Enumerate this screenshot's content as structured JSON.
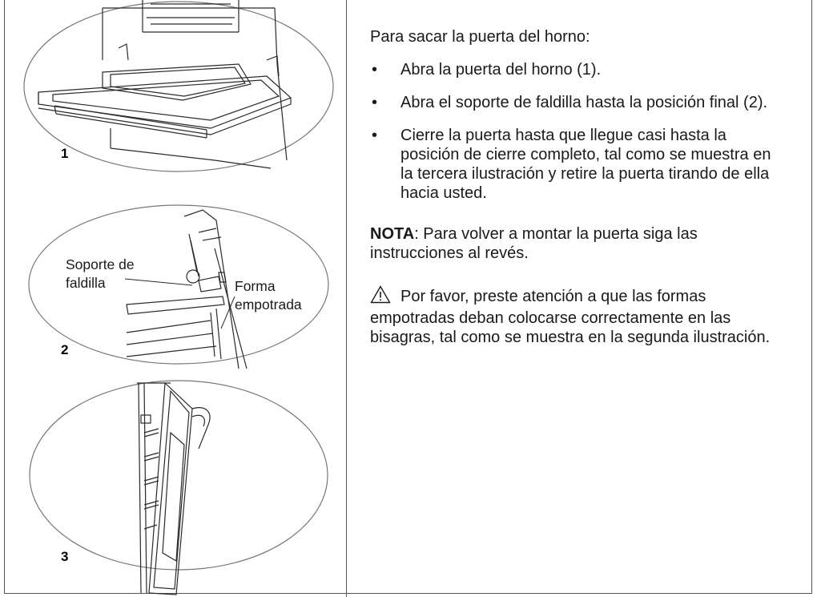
{
  "figures": [
    {
      "number": "1"
    },
    {
      "number": "2",
      "label_support_line1": "Soporte de",
      "label_support_line2": "faldilla",
      "label_recess_line1": "Forma",
      "label_recess_line2": "empotrada"
    },
    {
      "number": "3"
    }
  ],
  "instructions": {
    "intro": "Para sacar la puerta del horno:",
    "bullet": "•",
    "steps": [
      "Abra la puerta del horno (1).",
      "Abra el soporte de faldilla hasta la posición final (2).",
      "Cierre la puerta hasta que llegue casi hasta la posición de cierre completo, tal como se muestra en la tercera ilustración y retire la puerta tirando de ella hacia usted."
    ],
    "note_label": "NOTA",
    "note_text": ": Para volver a montar la puerta siga las instrucciones al revés.",
    "warning_icon": "warning-triangle-icon",
    "warning_text": "Por favor, preste atención a que las formas empotradas deban colocarse correctamente en las bisagras, tal como se muestra en la segunda ilustración."
  }
}
